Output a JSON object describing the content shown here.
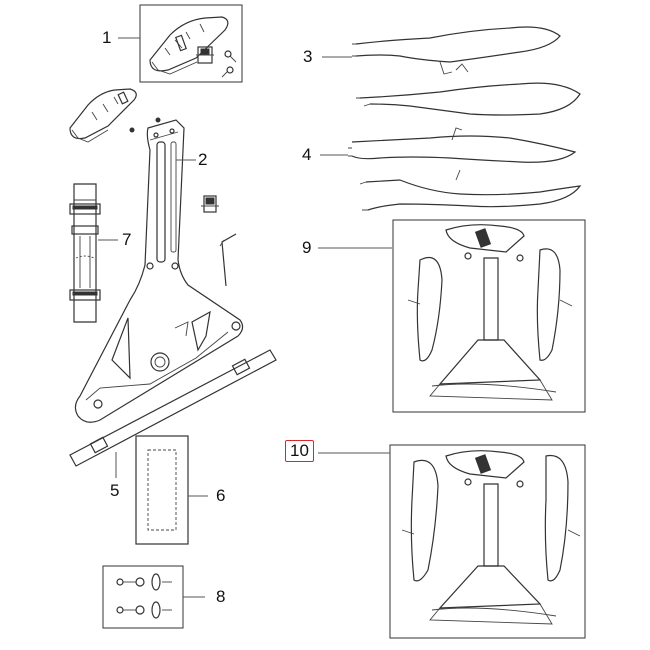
{
  "callouts": {
    "c1": "1",
    "c2": "2",
    "c3": "3",
    "c4": "4",
    "c5": "5",
    "c6": "6",
    "c7": "7",
    "c8": "8",
    "c9": "9",
    "c10": "10"
  },
  "highlight_color": "#d9262c"
}
